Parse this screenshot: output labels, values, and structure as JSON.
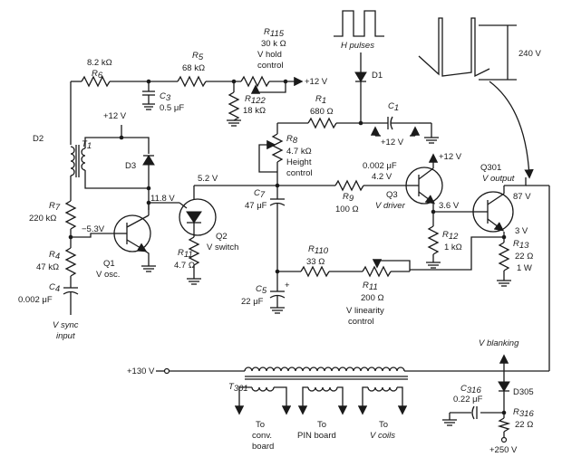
{
  "diagram": {
    "waveforms": {
      "h_pulses": "H pulses",
      "amplitude": "240 V"
    },
    "components": {
      "R6": {
        "name": "R",
        "sub": "6",
        "value": "8.2 kΩ"
      },
      "R5": {
        "name": "R",
        "sub": "5",
        "value": "68 kΩ"
      },
      "R115": {
        "name": "R",
        "sub": "115",
        "value": "30 k Ω",
        "label1": "V hold",
        "label2": "control"
      },
      "C3": {
        "name": "C",
        "sub": "3",
        "value": "0.5 μF"
      },
      "R122": {
        "name": "R",
        "sub": "122",
        "value": "18 kΩ"
      },
      "D1": {
        "name": "D1"
      },
      "R1": {
        "name": "R",
        "sub": "1",
        "value": "680 Ω"
      },
      "C1": {
        "name": "C",
        "sub": "1"
      },
      "D2": {
        "name": "D2"
      },
      "T1": {
        "name": "T",
        "sub": "1"
      },
      "D3": {
        "name": "D3"
      },
      "R8": {
        "name": "R",
        "sub": "8",
        "value": "4.7 kΩ",
        "label1": "Height",
        "label2": "control"
      },
      "C7": {
        "name": "C",
        "sub": "7",
        "value": "47 μF"
      },
      "R7": {
        "name": "R",
        "sub": "7",
        "value": "220 kΩ"
      },
      "Q1": {
        "name": "Q1",
        "label": "V osc."
      },
      "Q2": {
        "name": "Q2",
        "label": "V switch"
      },
      "R11": {
        "name": "R",
        "sub": "11",
        "value": "4.7 Ω"
      },
      "R4": {
        "name": "R",
        "sub": "4",
        "value": "47 kΩ"
      },
      "C4": {
        "name": "C",
        "sub": "4",
        "value": "0.002 μF"
      },
      "C_drv": {
        "value": "0.002 μF"
      },
      "Q3": {
        "name": "Q3",
        "label": "V driver"
      },
      "R9": {
        "name": "R",
        "sub": "9",
        "value": "100 Ω"
      },
      "R12": {
        "name": "R",
        "sub": "12",
        "value": "1 kΩ"
      },
      "Q301": {
        "name": "Q301",
        "label": "V output"
      },
      "R13": {
        "name": "R",
        "sub": "13",
        "value": "22 Ω",
        "rating": "1 W"
      },
      "R110": {
        "name": "R",
        "sub": "110",
        "value": "33 Ω"
      },
      "R111": {
        "name": "R",
        "sub": "11",
        "value": "200 Ω",
        "label1": "V linearity",
        "label2": "control"
      },
      "C5": {
        "name": "C",
        "sub": "5",
        "value": "22 μF"
      },
      "T301": {
        "name": "T",
        "sub": "301"
      },
      "C316": {
        "name": "C",
        "sub": "316",
        "value": "0.22 μF"
      },
      "D305": {
        "name": "D305"
      },
      "R316": {
        "name": "R",
        "sub": "316",
        "value": "22 Ω"
      }
    },
    "voltages": {
      "v12_top": "+12 V",
      "v12_c1": "+12 V",
      "v12_osc": "+12 V",
      "v12_q3": "+12 V",
      "v_5_2": "5.2 V",
      "v_11_8": "11.8 V",
      "v_m5_3": "−5.3V",
      "v_4_2": "4.2 V",
      "v_3_6": "3.6 V",
      "v_87": "87 V",
      "v_3": "3 V",
      "v_130": "+130 V",
      "v_250": "+250 V"
    },
    "labels": {
      "v_sync_1": "V sync",
      "v_sync_2": "input",
      "v_blanking": "V blanking",
      "plus": "+",
      "to_conv_1": "To",
      "to_conv_2": "conv.",
      "to_conv_3": "board",
      "to_pin_1": "To",
      "to_pin_2": "PIN board",
      "to_vcoils_1": "To",
      "to_vcoils_2": "V coils"
    }
  }
}
